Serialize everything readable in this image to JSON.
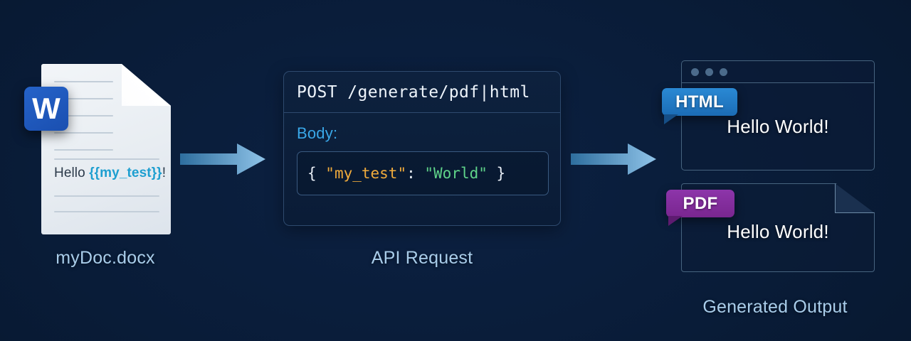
{
  "diagram": {
    "background_color": "#091c38",
    "accent_color": "#a9cdea"
  },
  "source": {
    "icon_label": "W",
    "body_text_prefix": "Hello ",
    "body_placeholder": "{{my_test}}",
    "body_text_suffix": "!",
    "caption": "myDoc.docx",
    "line_count": 8
  },
  "api": {
    "method_line": "POST  /generate/pdf|html",
    "body_label": "Body:",
    "json": {
      "open_brace": "{ ",
      "key": "\"my_test\"",
      "colon": ":  ",
      "value": "\"World\"",
      "close_brace": " }"
    },
    "caption": "API Request"
  },
  "output": {
    "caption": "Generated Output",
    "html": {
      "badge": "HTML",
      "badge_color": "#1b6cb5",
      "rendered_text": "Hello World!"
    },
    "pdf": {
      "badge": "PDF",
      "badge_color": "#79268f",
      "rendered_text": "Hello World!"
    }
  },
  "arrows": [
    {
      "name": "arrow-docx-to-api",
      "direction": "right"
    },
    {
      "name": "arrow-api-to-output",
      "direction": "right"
    }
  ]
}
